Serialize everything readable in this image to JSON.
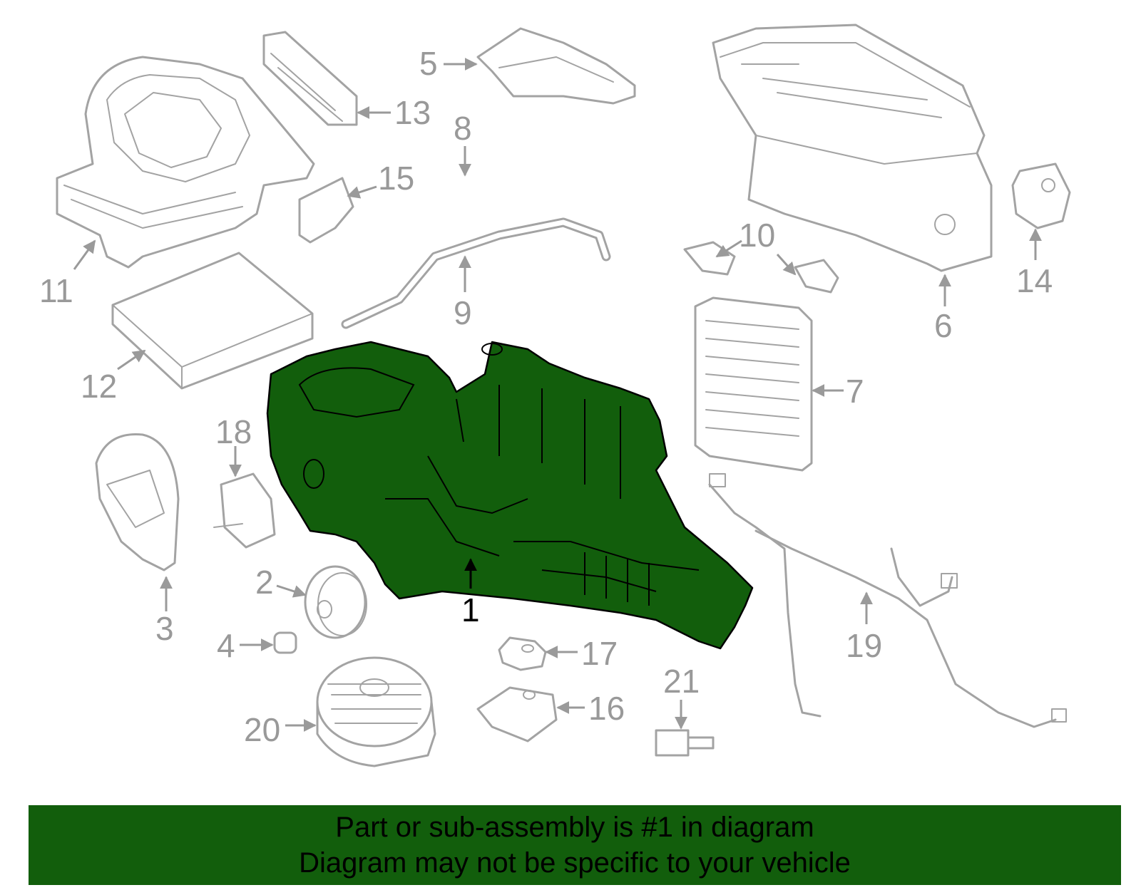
{
  "colors": {
    "highlight_fill": "#125e0c",
    "banner_bg": "#125e0c",
    "part_stroke": "#a3a3a3",
    "callout_text": "#999999",
    "highlight_callout": "#000000"
  },
  "callouts": {
    "c1": "1",
    "c2": "2",
    "c3": "3",
    "c4": "4",
    "c5": "5",
    "c6": "6",
    "c7": "7",
    "c8": "8",
    "c9": "9",
    "c10": "10",
    "c11": "11",
    "c12": "12",
    "c13": "13",
    "c14": "14",
    "c15": "15",
    "c16": "16",
    "c17": "17",
    "c18": "18",
    "c19": "19",
    "c20": "20",
    "c21": "21"
  },
  "banner": {
    "line1": "Part or sub-assembly is #1 in diagram",
    "line2": "Diagram may not be specific to your vehicle"
  }
}
